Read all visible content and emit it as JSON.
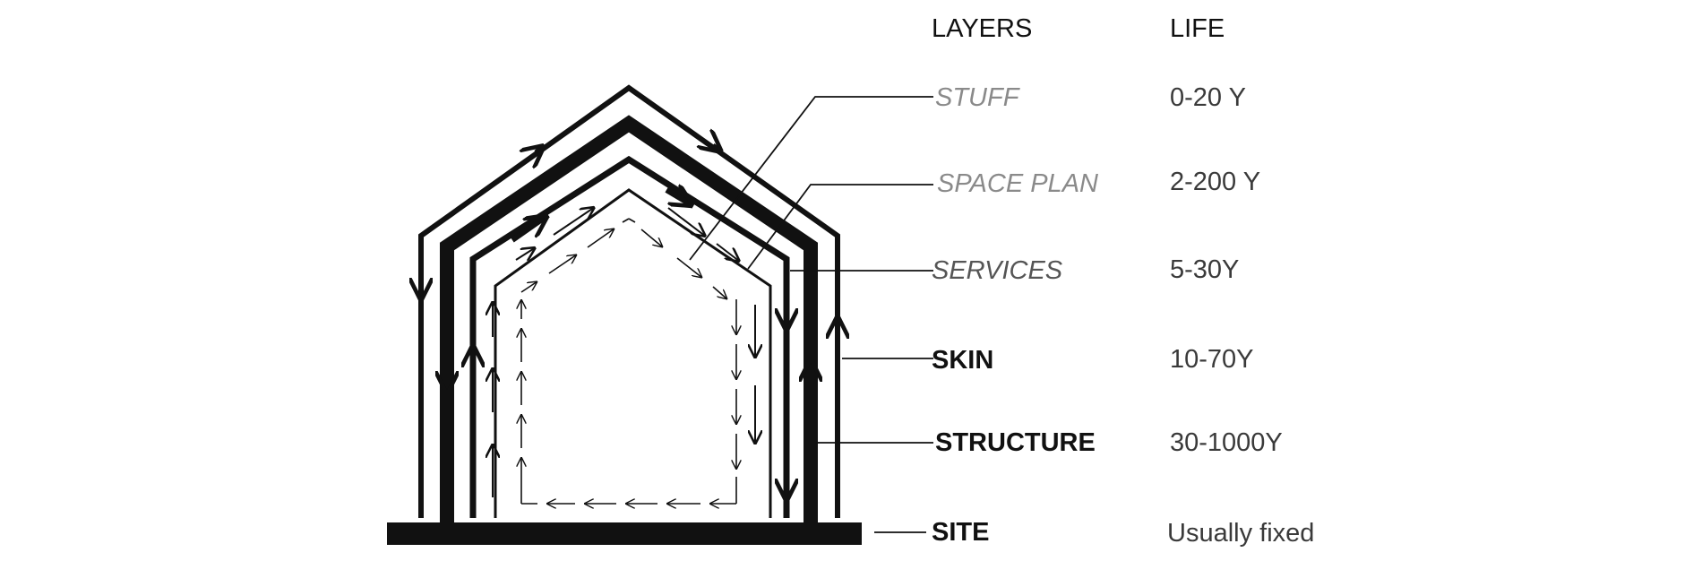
{
  "headers": {
    "layers": "LAYERS",
    "life": "LIFE"
  },
  "layers": [
    {
      "name": "STUFF",
      "life": "0-20 Y"
    },
    {
      "name": "SPACE PLAN",
      "life": "2-200 Y"
    },
    {
      "name": "SERVICES",
      "life": "5-30Y"
    },
    {
      "name": "SKIN",
      "life": "10-70Y"
    },
    {
      "name": "STRUCTURE",
      "life": "30-1000Y"
    },
    {
      "name": "SITE",
      "life": "Usually fixed"
    }
  ]
}
